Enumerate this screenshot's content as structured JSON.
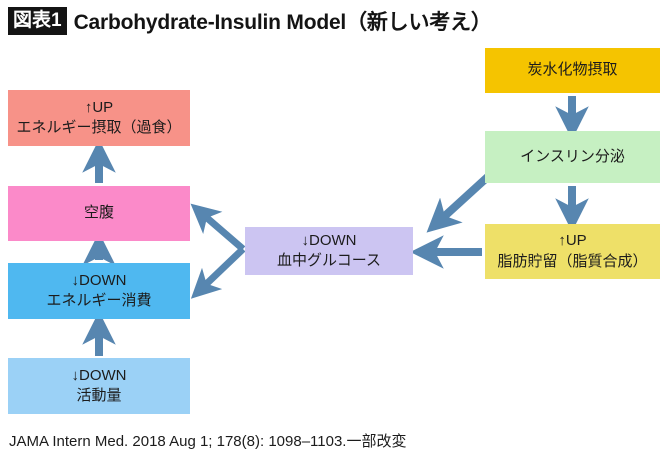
{
  "header": {
    "badge": "図表1",
    "title": "Carbohydrate-Insulin Model（新しい考え）"
  },
  "footer": {
    "citation": "JAMA Intern Med. 2018 Aug 1; 178(8): 1098–1103.一部改変"
  },
  "colors": {
    "badge_bg": "#141414",
    "arrow": "#5786b0",
    "box_energy_intake": "#F79288",
    "box_hunger": "#FB8AC9",
    "box_energy_expenditure": "#4FB8F0",
    "box_activity": "#9BD1F6",
    "box_glucose": "#CCC5F2",
    "box_carb_intake": "#F5C400",
    "box_insulin": "#C6F0C2",
    "box_fat_storage": "#EEE068"
  },
  "nodes": {
    "energy_intake": {
      "line1": "↑UP",
      "line2": "エネルギー摂取（過食）"
    },
    "hunger": {
      "line1": "空腹",
      "line2": ""
    },
    "energy_expenditure": {
      "line1": "↓DOWN",
      "line2": "エネルギー消費"
    },
    "activity": {
      "line1": "↓DOWN",
      "line2": "活動量"
    },
    "glucose": {
      "line1": "↓DOWN",
      "line2": "血中グルコース"
    },
    "carb_intake": {
      "line1": "炭水化物摂取",
      "line2": ""
    },
    "insulin": {
      "line1": "インスリン分泌",
      "line2": ""
    },
    "fat_storage": {
      "line1": "↑UP",
      "line2": "脂肪貯留（脂質合成）"
    }
  },
  "arrows": [
    {
      "name": "arrow-hunger-to-energy-intake",
      "direction": "up"
    },
    {
      "name": "arrow-energy-expenditure-to-hunger",
      "direction": "up"
    },
    {
      "name": "arrow-activity-to-energy-expenditure",
      "direction": "up"
    },
    {
      "name": "arrow-glucose-to-hunger-and-expenditure",
      "direction": "double-left-split"
    },
    {
      "name": "arrow-insulin-to-glucose",
      "direction": "diagonal-down-left"
    },
    {
      "name": "arrow-fat-storage-to-glucose",
      "direction": "left"
    },
    {
      "name": "arrow-carb-intake-to-insulin",
      "direction": "down"
    },
    {
      "name": "arrow-insulin-to-fat-storage",
      "direction": "down"
    }
  ]
}
